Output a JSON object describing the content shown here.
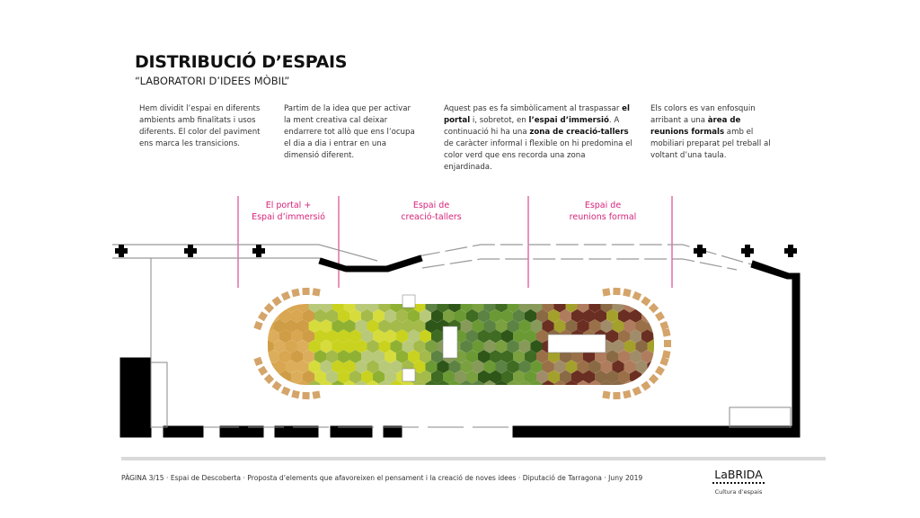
{
  "header": {
    "title": "DISTRIBUCIÓ D’ESPAIS",
    "subtitle": "“LABORATORI D’IDEES MÒBIL”"
  },
  "paragraphs": [
    {
      "parts": [
        {
          "t": "Hem dividit l’espai en diferents ambients amb finalitats i usos diferents. El color del paviment ens marca les transicions.",
          "b": false
        }
      ]
    },
    {
      "parts": [
        {
          "t": "Partim de la idea que per activar la ment creativa cal deixar endarrere tot allò que ens l’ocupa el dia a dia i entrar en una dimensió diferent.",
          "b": false
        }
      ]
    },
    {
      "parts": [
        {
          "t": "Aquest pas es fa simbòlicament al traspassar ",
          "b": false
        },
        {
          "t": "el portal",
          "b": true
        },
        {
          "t": " i, sobretot, en ",
          "b": false
        },
        {
          "t": "l’espai d’immersió",
          "b": true
        },
        {
          "t": ". A continuació hi ha una ",
          "b": false
        },
        {
          "t": "zona de creació-tallers",
          "b": true
        },
        {
          "t": " de caràcter informal i flexible on hi predomina el color verd que ens recorda una zona enjardinada.",
          "b": false
        }
      ]
    },
    {
      "parts": [
        {
          "t": "Els colors es van enfosquin arribant a una ",
          "b": false
        },
        {
          "t": "àrea de reunions formals",
          "b": true
        },
        {
          "t": " amb el mobiliari preparat pel treball al voltant d’una taula.",
          "b": false
        }
      ]
    }
  ],
  "zones": [
    {
      "line1": "El portal +",
      "line2": "Espai d’immersió"
    },
    {
      "line1": "Espai de",
      "line2": "creació-tallers"
    },
    {
      "line1": "Espai de",
      "line2": "reunions formal"
    }
  ],
  "colors": {
    "accent": "#d6247a",
    "tan": "#d9a651",
    "seat": "#d4a46a",
    "palette_tan": [
      "#d9a651",
      "#dcae5c",
      "#cf9d45"
    ],
    "palette_yellow": [
      "#c9d21e",
      "#a4ba4a",
      "#b8c97a",
      "#8fb133",
      "#d6dc3c"
    ],
    "palette_green": [
      "#6b9a35",
      "#3f6b22",
      "#5c8343",
      "#7aa040",
      "#2f5619",
      "#879a5a"
    ],
    "palette_brown": [
      "#9a7048",
      "#b07c5e",
      "#6b2e22",
      "#8a6a44",
      "#a18c6a",
      "#a4a02c"
    ]
  },
  "footer": {
    "text": "PÀGINA 3/15 · Espai de Descoberta · Proposta d’elements que afavoreixen el pensament i la creació de noves idees · Diputació de Tarragona · Juny 2019"
  },
  "logo": {
    "name": "LaBRIDA",
    "tagline": "Cultura d’espais"
  }
}
